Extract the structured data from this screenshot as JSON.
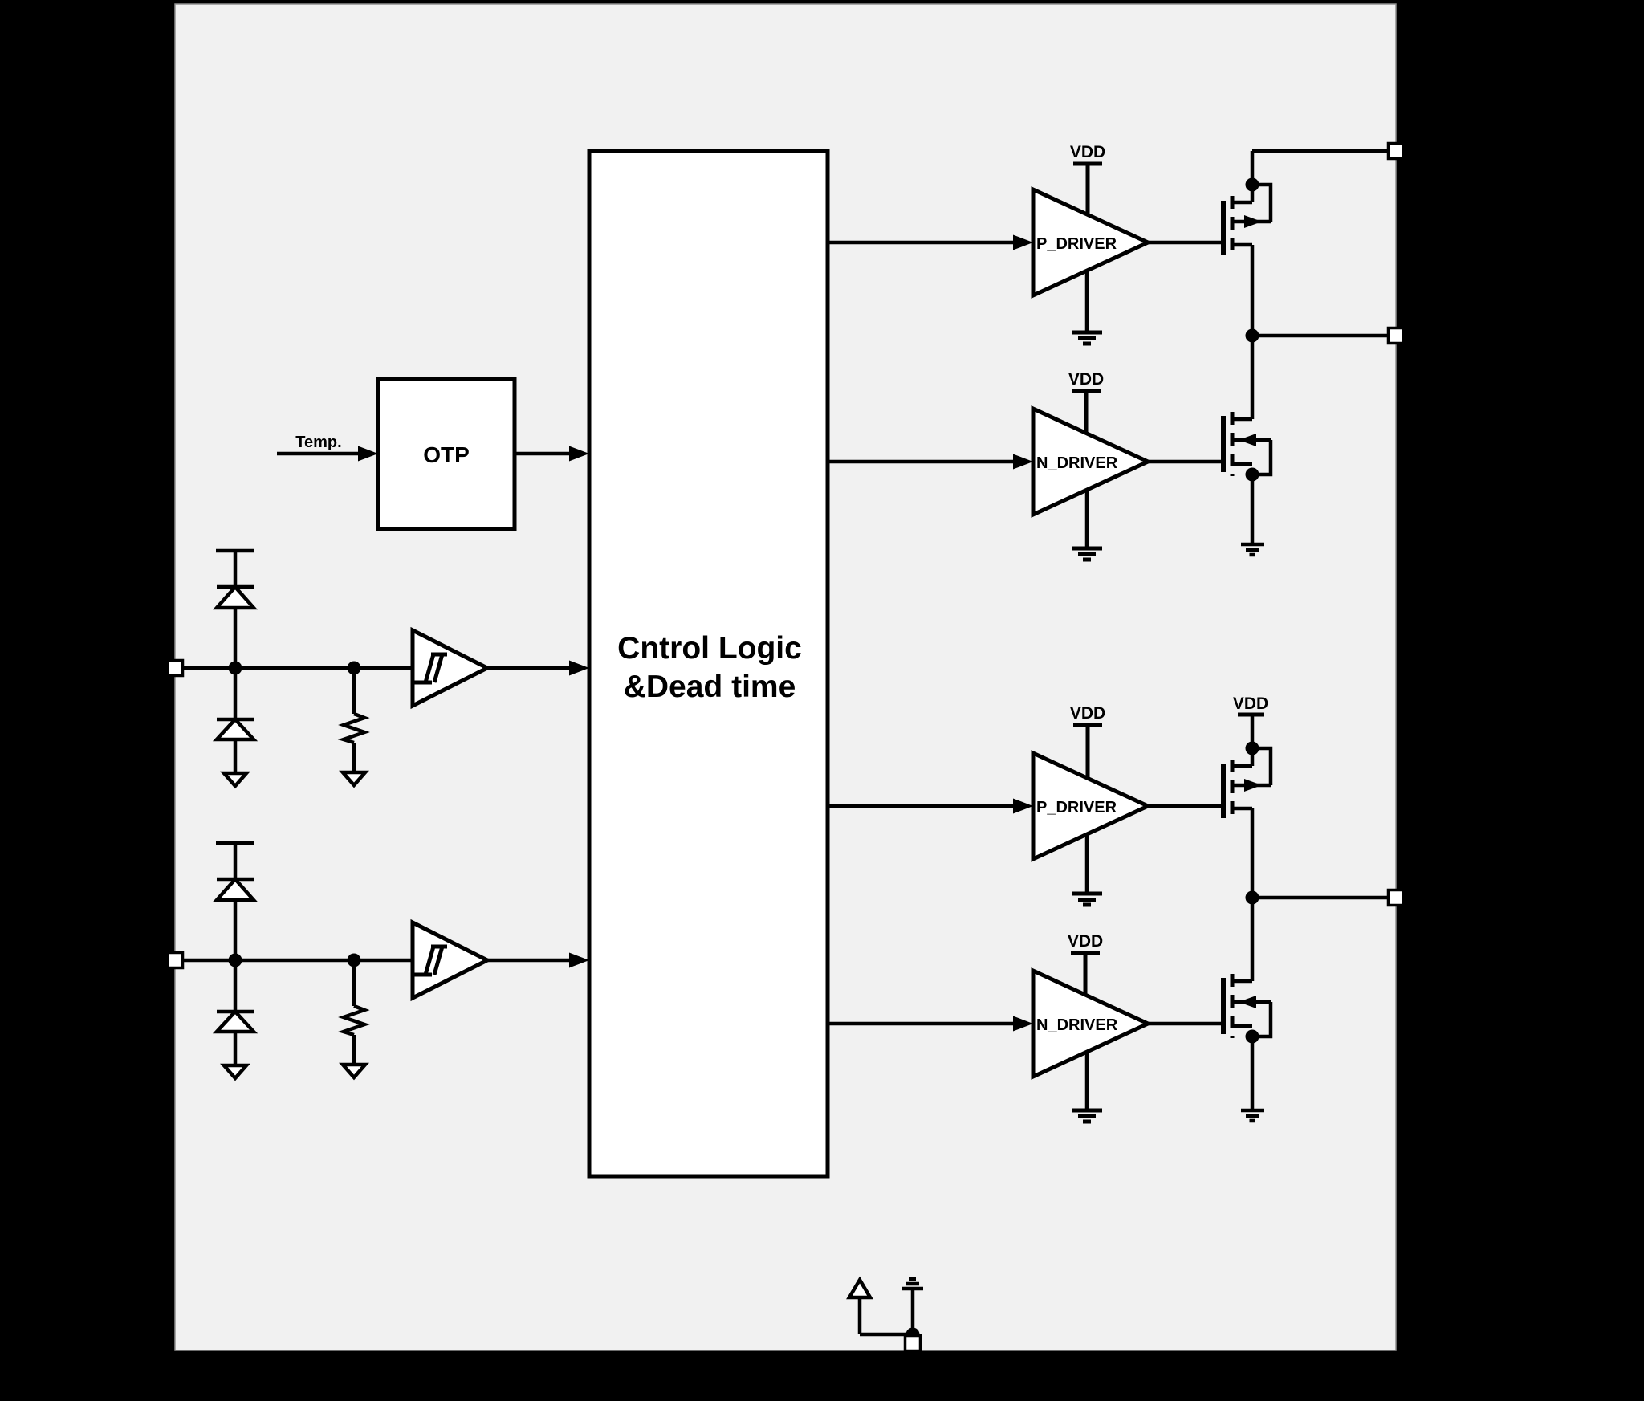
{
  "diagram": {
    "background_color": "#000000",
    "chip_fill_color": "#f1f1f1",
    "line_color": "#000000",
    "otp_label": "OTP",
    "temp_label": "Temp.",
    "control_line1": "Cntrol Logic",
    "control_line2": "&Dead time",
    "vdd_label": "VDD",
    "drivers": [
      {
        "label": "P_DRIVER"
      },
      {
        "label": "N_DRIVER"
      },
      {
        "label": "P_DRIVER"
      },
      {
        "label": "N_DRIVER"
      }
    ]
  }
}
